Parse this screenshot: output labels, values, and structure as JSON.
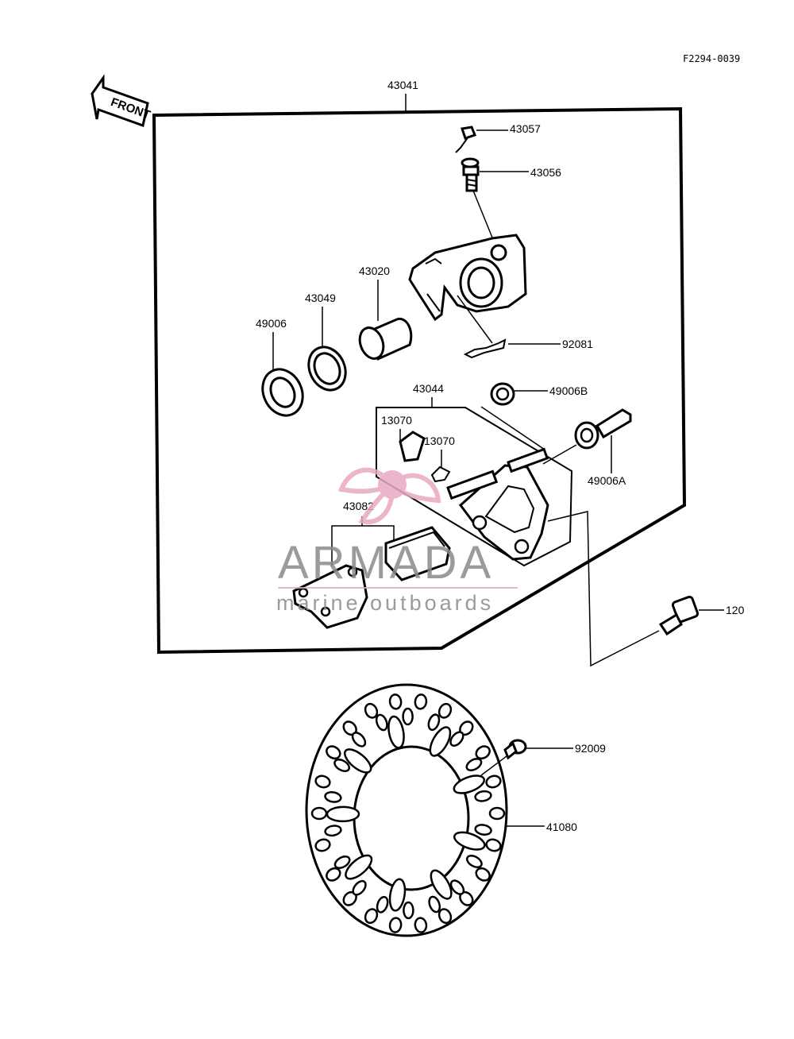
{
  "figure_code": "F2294-0039",
  "front_label": "FRONT",
  "part_numbers": {
    "caliper_assembly": "43041",
    "bleed_cap": "43057",
    "bleed_valve": "43056",
    "piston": "43020",
    "piston_seal": "43049",
    "dust_seal": "49006",
    "spring_clip": "92081",
    "holder": "43044",
    "boot_b": "49006B",
    "pad_spring_upper": "13070",
    "pad_spring_lower": "13070",
    "boot_a": "49006A",
    "pad_set": "43082",
    "bolt": "120",
    "disc_screw": "92009",
    "brake_disc": "41080"
  },
  "watermark": {
    "brand": "ARMADA",
    "tagline": "marine outboards",
    "accent_color": "#e8a9c4"
  }
}
